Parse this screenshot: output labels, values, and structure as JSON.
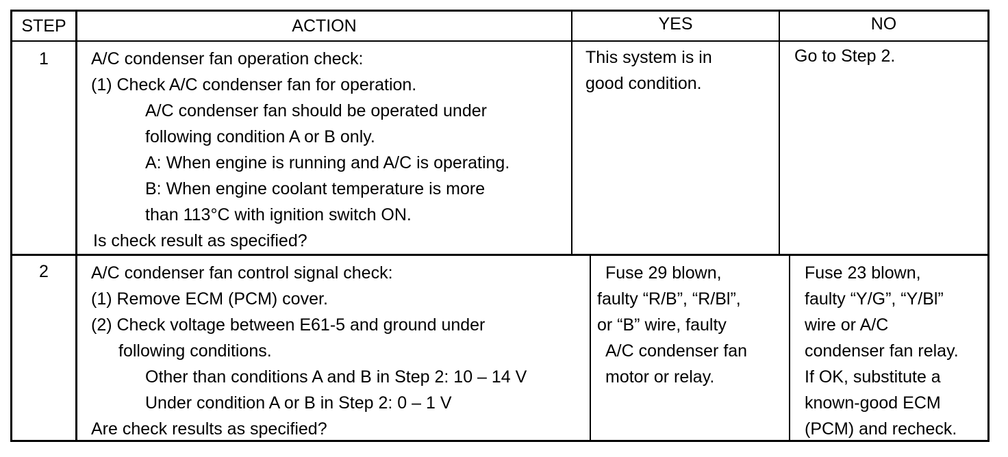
{
  "headers": {
    "step": "STEP",
    "action": "ACTION",
    "yes": "YES",
    "no": "NO"
  },
  "rows": [
    {
      "step": "1",
      "action": {
        "title": "A/C condenser fan operation check:",
        "lines": [
          "(1) Check A/C condenser fan for operation.",
          "A/C condenser fan should be operated under",
          "following condition A or B only.",
          "A: When engine is running and A/C is operating.",
          "B: When engine coolant temperature is more",
          "than 113°C with ignition switch ON."
        ],
        "question": "Is check result as specified?"
      },
      "yes": [
        "This system is in",
        "good condition."
      ],
      "no": [
        "Go to Step 2."
      ]
    },
    {
      "step": "2",
      "action": {
        "title": "A/C condenser fan control signal check:",
        "lines": [
          "(1) Remove ECM (PCM) cover.",
          "(2) Check voltage between E61-5 and ground under",
          "following conditions.",
          "Other than conditions A and B in Step 2: 10 – 14 V",
          "Under condition A or B in Step 2: 0 – 1 V"
        ],
        "question": "Are check results as specified?"
      },
      "yes": [
        "Fuse 29 blown,",
        "faulty “R/B”, “R/Bl”,",
        "or “B” wire, faulty",
        "A/C condenser fan",
        "motor or relay."
      ],
      "no": [
        "Fuse 23 blown,",
        "faulty “Y/G”, “Y/Bl”",
        "wire or A/C",
        "condenser fan relay.",
        "If OK, substitute a",
        "known-good ECM",
        "(PCM) and recheck."
      ]
    }
  ]
}
